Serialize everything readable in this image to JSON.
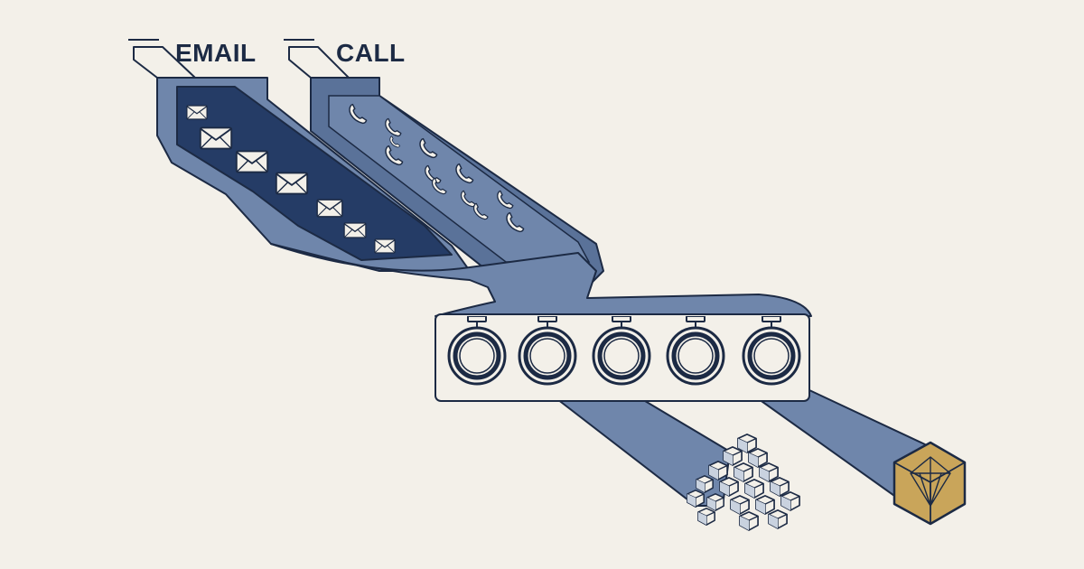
{
  "channels": [
    {
      "id": "email",
      "label": "EMAIL",
      "item_icon": "envelope-icon",
      "items_shown": 7
    },
    {
      "id": "call",
      "label": "CALL",
      "item_icon": "phone-handset-icon",
      "items_shown": 12
    }
  ],
  "processor": {
    "slot_icon": "ring-slot-icon",
    "slots": 5
  },
  "outputs": [
    {
      "id": "many-small",
      "icon": "cube-pile-icon"
    },
    {
      "id": "single-gem",
      "icon": "gem-cube-icon"
    }
  ],
  "colors": {
    "background": "#f3f0e9",
    "ink": "#1c2a44",
    "stream": "#6f86ab",
    "stream_shadow": "#5a7299",
    "email_channel": "#253c66",
    "gold": "#c9a55a",
    "paper": "#f3f0e9"
  }
}
